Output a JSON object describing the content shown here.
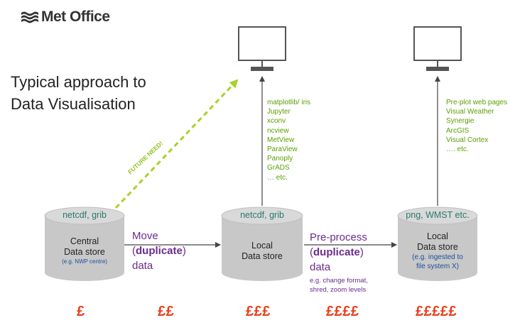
{
  "logo": {
    "text": "Met Office"
  },
  "title": {
    "line1": "Typical approach to",
    "line2": "Data Visualisation"
  },
  "future_need": "FUTURE NEED!",
  "stores": {
    "central": {
      "top": "netcdf, grib",
      "line1": "Central",
      "line2": "Data store",
      "sub": "(e.g. NWP centre)"
    },
    "local1": {
      "top": "netcdf, grib",
      "line1": "Local",
      "line2": "Data store"
    },
    "local2": {
      "top": "png, WMST etc.",
      "line1": "Local",
      "line2": "Data store",
      "sub1": "(e.g. ingested to",
      "sub2": "file system X)"
    }
  },
  "steps": {
    "move": {
      "line1": "Move",
      "open": "(",
      "bold": "duplicate",
      "close": ")",
      "line3": "data"
    },
    "preprocess": {
      "line1": "Pre-process",
      "open": "(",
      "bold": "duplicate",
      "close": ")",
      "line3": "data",
      "note1": "e.g. change format,",
      "note2": "shred, zoom levels"
    }
  },
  "tools_mid": [
    "matplotlib/ iris",
    "Jupyter",
    "xconv",
    "ncview",
    "MetView",
    "ParaView",
    "Panoply",
    "GrADS",
    "… etc."
  ],
  "tools_right": [
    "Pre-plot web pages",
    "Visual Weather",
    "Synergie",
    "ArcGIS",
    "Visual Cortex",
    "…. etc."
  ],
  "costs": [
    "£",
    "££",
    "£££",
    "££££",
    "£££££"
  ],
  "colors": {
    "cost": "#e8401c",
    "step": "#6a2b8c",
    "tools": "#5aa000",
    "future": "#a6d22b",
    "cylinder": "#c8c8c8"
  }
}
